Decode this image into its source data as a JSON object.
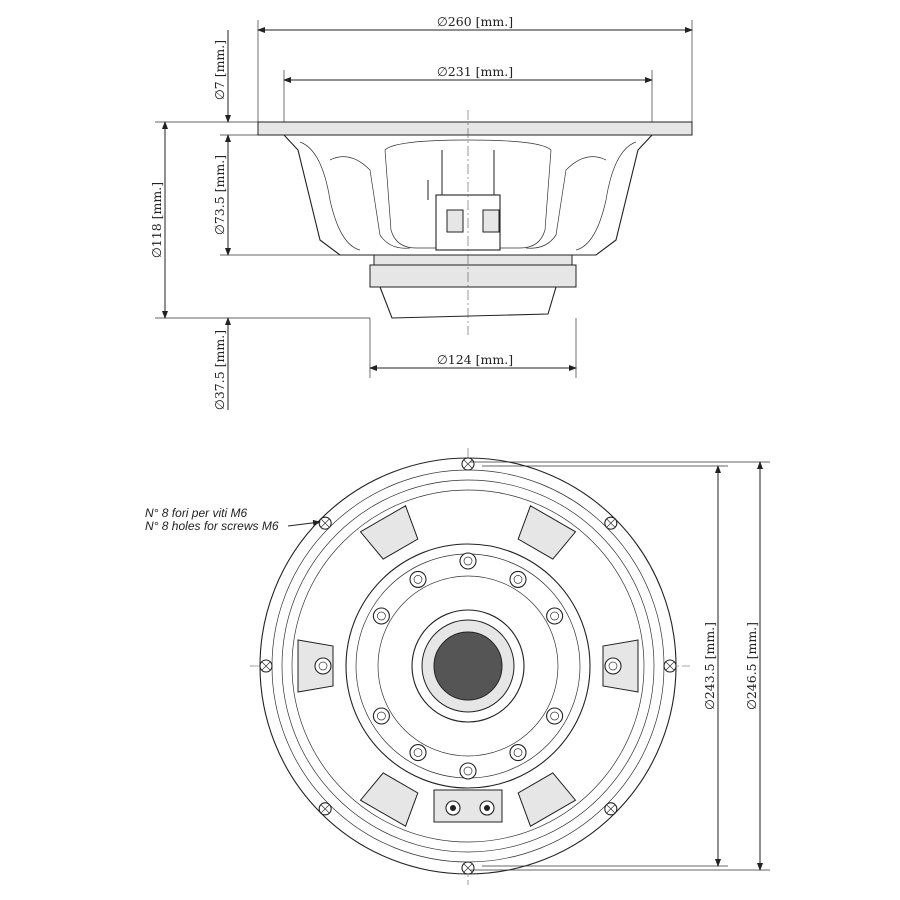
{
  "top_view": {
    "dim_260": "∅260 [mm.]",
    "dim_231": "∅231 [mm.]",
    "dim_124": "∅124 [mm.]",
    "dim_7": "∅7 [mm.]",
    "dim_73_5": "∅73.5 [mm.]",
    "dim_118": "∅118 [mm.]",
    "dim_37_5": "∅37.5 [mm.]"
  },
  "bottom_view": {
    "note_it": "N° 8 fori per viti M6",
    "note_en": "N° 8 holes for screws M6",
    "dim_243_5": "∅243.5 [mm.]",
    "dim_246_5": "∅246.5 [mm.]"
  }
}
